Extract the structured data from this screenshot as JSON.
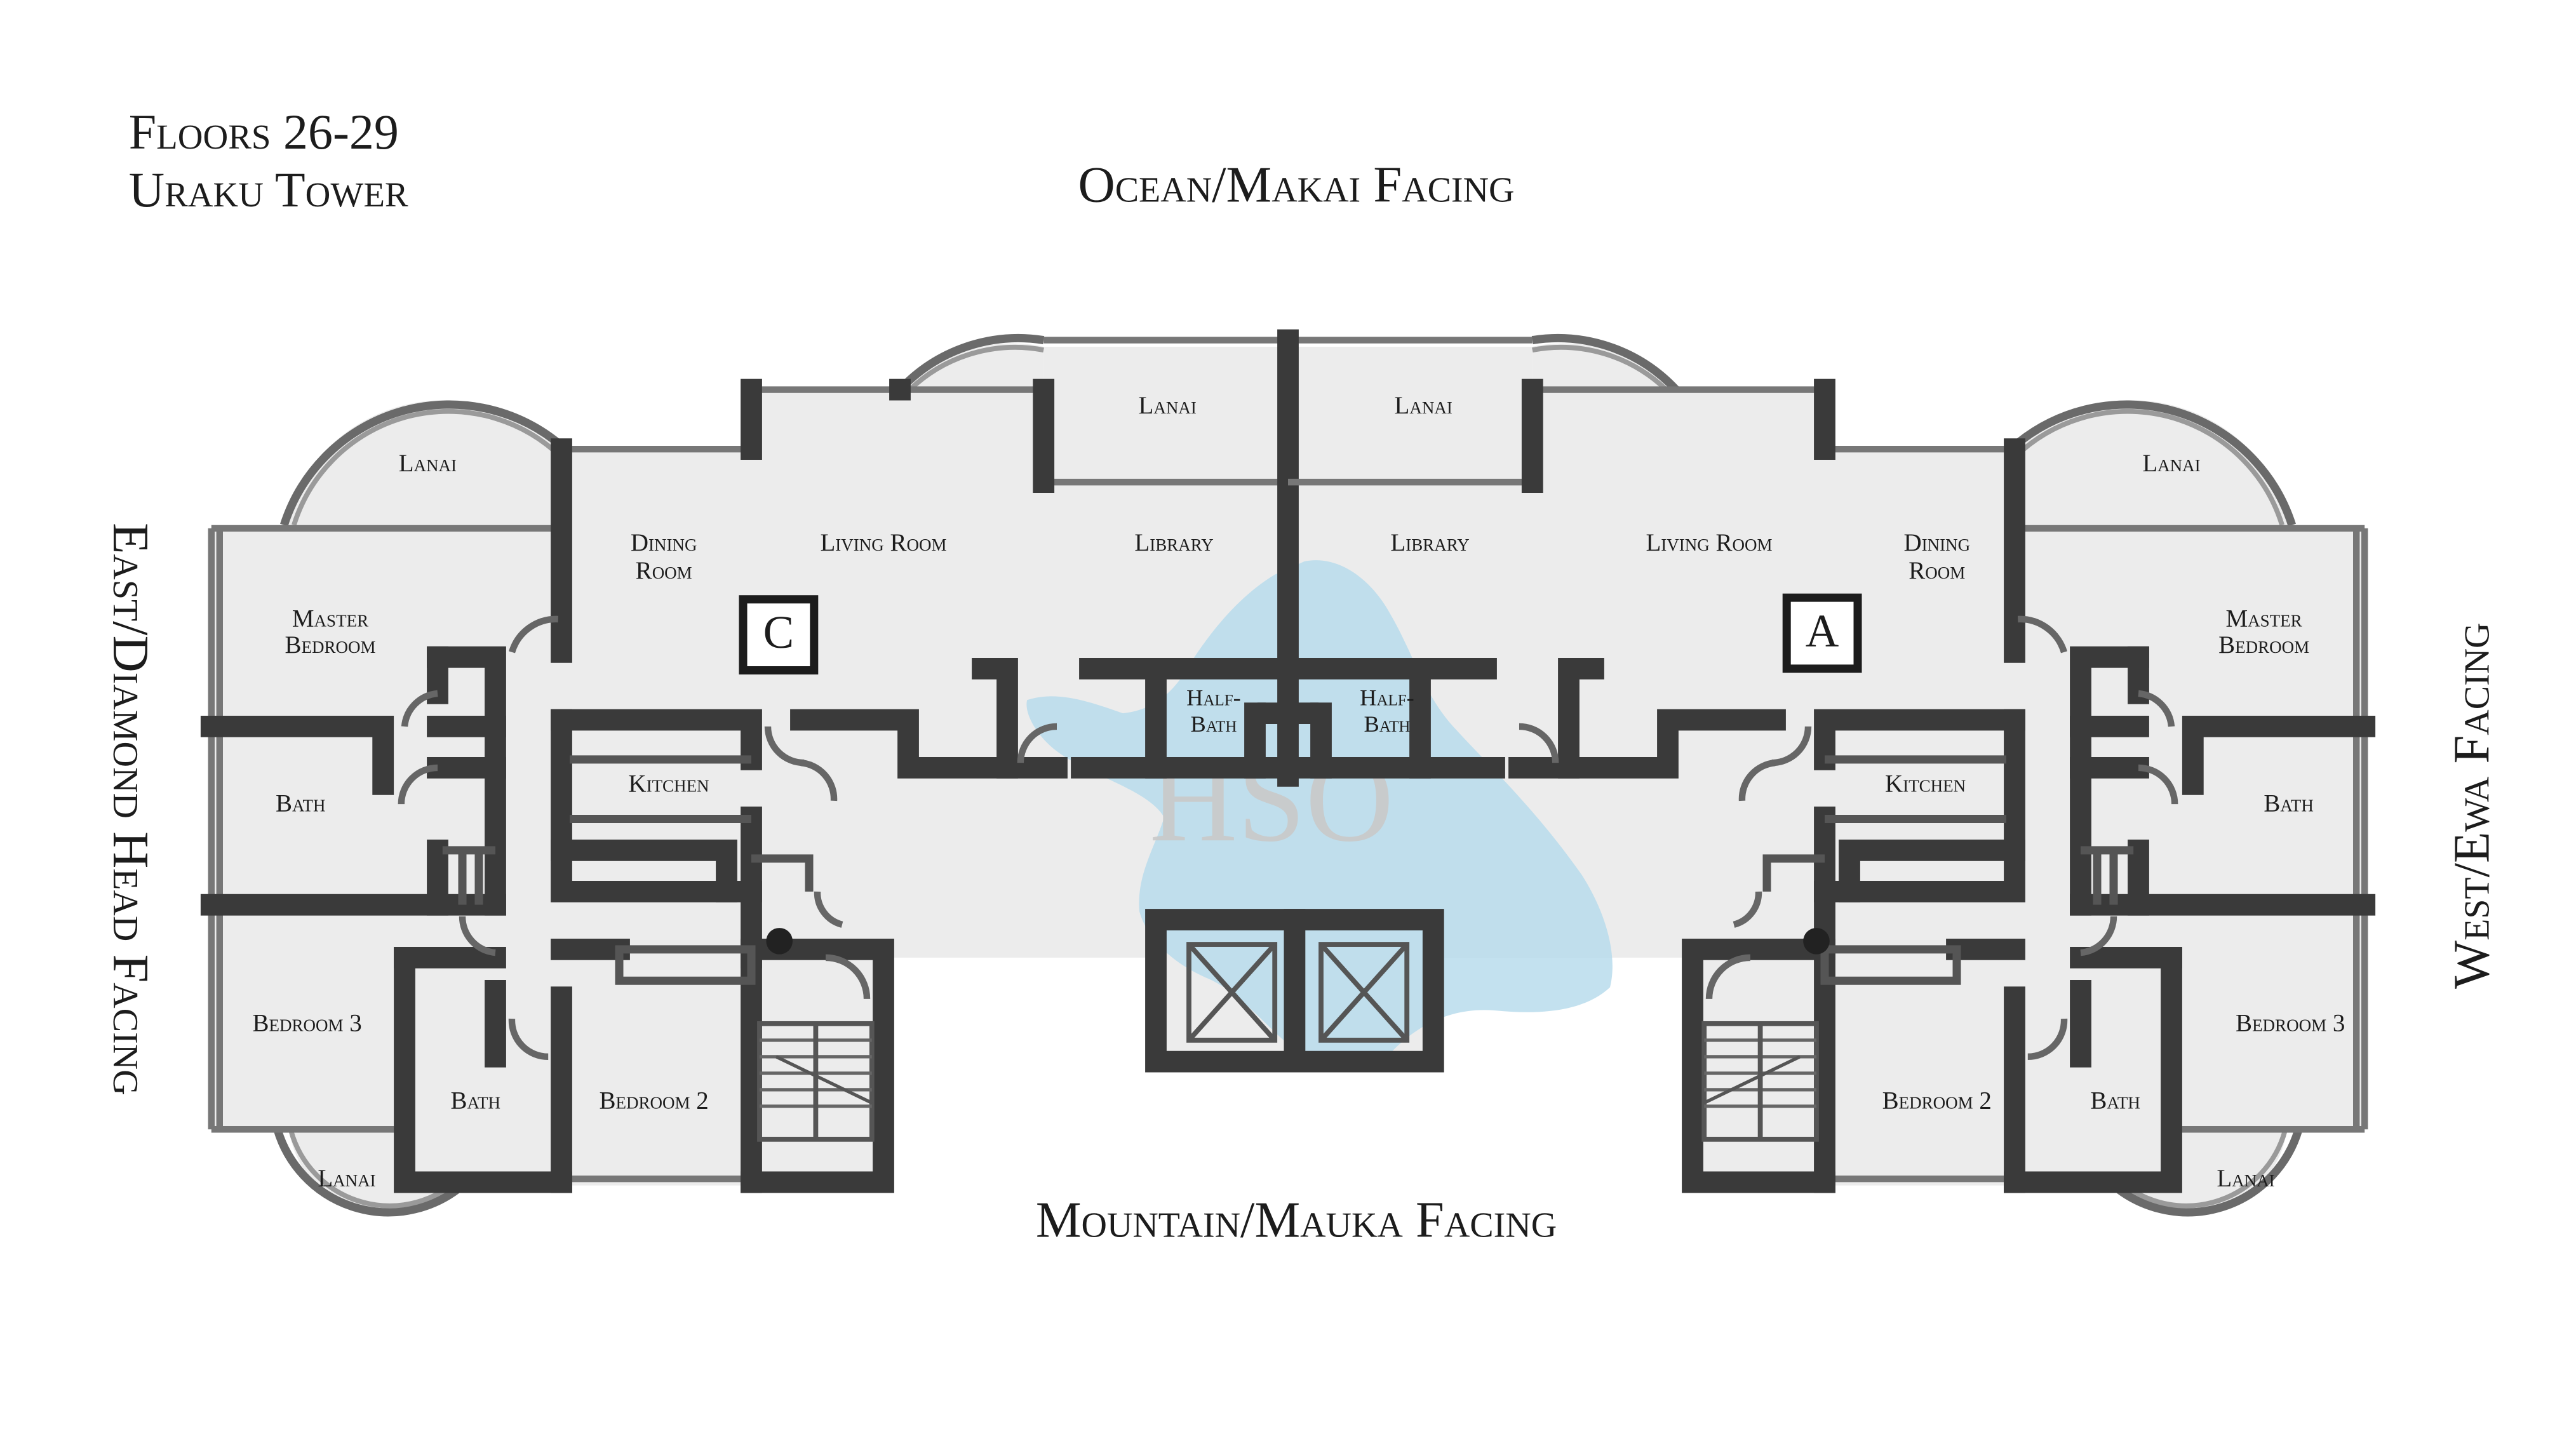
{
  "header": {
    "floors": "Floors 26-29",
    "tower": "Uraku Tower"
  },
  "orientation": {
    "top": "Ocean/Makai Facing",
    "bottom": "Mountain/Mauka Facing",
    "left": "East/Diamond Head Facing",
    "right": "West/Ewa Facing"
  },
  "watermark": {
    "text": "HSO"
  },
  "unit_c": {
    "badge": "C",
    "rooms": {
      "lanai_top": "Lanai",
      "lanai_main": "Lanai",
      "lanai_bottom": "Lanai",
      "dining": [
        "Dining",
        "Room"
      ],
      "living": "Living Room",
      "library": "Library",
      "master": [
        "Master",
        "Bedroom"
      ],
      "bath1": "Bath",
      "bath2": "Bath",
      "kitchen": "Kitchen",
      "bedroom3": "Bedroom 3",
      "bedroom2": "Bedroom 2",
      "half_bath": [
        "Half-",
        "Bath"
      ]
    }
  },
  "unit_a": {
    "badge": "A",
    "rooms": {
      "lanai_top": "Lanai",
      "lanai_main": "Lanai",
      "lanai_bottom": "Lanai",
      "dining": [
        "Dining",
        "Room"
      ],
      "living": "Living Room",
      "library": "Library",
      "master": [
        "Master",
        "Bedroom"
      ],
      "bath1": "Bath",
      "bath2": "Bath",
      "kitchen": "Kitchen",
      "bedroom3": "Bedroom 3",
      "bedroom2": "Bedroom 2",
      "half_bath": [
        "Half-",
        "Bath"
      ]
    }
  }
}
